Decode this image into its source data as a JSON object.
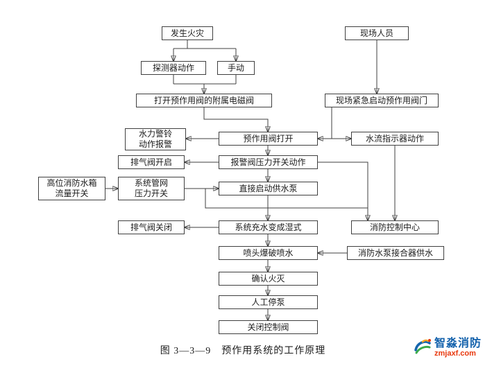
{
  "figure": {
    "caption": "图 3—3—9　预作用系统的工作原理"
  },
  "nodes": {
    "fire": {
      "label": "发生火灾"
    },
    "personnel": {
      "label": "现场人员"
    },
    "detector": {
      "label": "探测器动作"
    },
    "manual": {
      "label": "手动"
    },
    "solenoid": {
      "label": "打开预作用阀的附属电磁阀"
    },
    "emergency": {
      "label": "现场紧急启动预作用阀门"
    },
    "bell": {
      "label": "水力警铃\n动作报警"
    },
    "valve_open": {
      "label": "预作用阀打开"
    },
    "flow_indicator": {
      "label": "水流指示器动作"
    },
    "exhaust_open": {
      "label": "排气阀开启"
    },
    "pressure_switch": {
      "label": "报警阀压力开关动作"
    },
    "tank_switch": {
      "label": "高位消防水箱\n流量开关"
    },
    "network_switch": {
      "label": "系统管网\n压力开关"
    },
    "start_pump": {
      "label": "直接启动供水泵"
    },
    "exhaust_close": {
      "label": "排气阀关闭"
    },
    "fill_wet": {
      "label": "系统充水变成湿式"
    },
    "control_center": {
      "label": "消防控制中心"
    },
    "sprinkler": {
      "label": "喷头爆破喷水"
    },
    "coupling": {
      "label": "消防水泵接合器供水"
    },
    "confirm": {
      "label": "确认火灭"
    },
    "stop_pump": {
      "label": "人工停泵"
    },
    "close_valve": {
      "label": "关闭控制阀"
    }
  },
  "edges": [
    {
      "from": "fire",
      "to": "detector"
    },
    {
      "from": "fire",
      "to": "manual"
    },
    {
      "from": "detector",
      "to": "solenoid"
    },
    {
      "from": "manual",
      "to": "solenoid"
    },
    {
      "from": "personnel",
      "to": "emergency"
    },
    {
      "from": "solenoid",
      "to": "valve_open"
    },
    {
      "from": "emergency",
      "to": "valve_open"
    },
    {
      "from": "valve_open",
      "to": "bell"
    },
    {
      "from": "valve_open",
      "to": "flow_indicator"
    },
    {
      "from": "valve_open",
      "to": "pressure_switch"
    },
    {
      "from": "pressure_switch",
      "to": "exhaust_open"
    },
    {
      "from": "pressure_switch",
      "to": "start_pump"
    },
    {
      "from": "pressure_switch",
      "to": "control_center"
    },
    {
      "from": "tank_switch",
      "to": "network_switch"
    },
    {
      "from": "network_switch",
      "to": "start_pump"
    },
    {
      "from": "network_switch",
      "to": "control_center"
    },
    {
      "from": "flow_indicator",
      "to": "control_center"
    },
    {
      "from": "start_pump",
      "to": "fill_wet"
    },
    {
      "from": "fill_wet",
      "to": "exhaust_close"
    },
    {
      "from": "fill_wet",
      "to": "sprinkler"
    },
    {
      "from": "coupling",
      "to": "sprinkler"
    },
    {
      "from": "sprinkler",
      "to": "confirm"
    },
    {
      "from": "confirm",
      "to": "stop_pump"
    },
    {
      "from": "stop_pump",
      "to": "close_valve"
    }
  ],
  "watermark": {
    "name": "智淼消防",
    "site": "zmjaxf.com"
  },
  "colors": {
    "line": "#3f3f3f",
    "box_border": "#3f3f3f",
    "brand_blue": "#1160ab",
    "brand_red": "#e8380d"
  }
}
